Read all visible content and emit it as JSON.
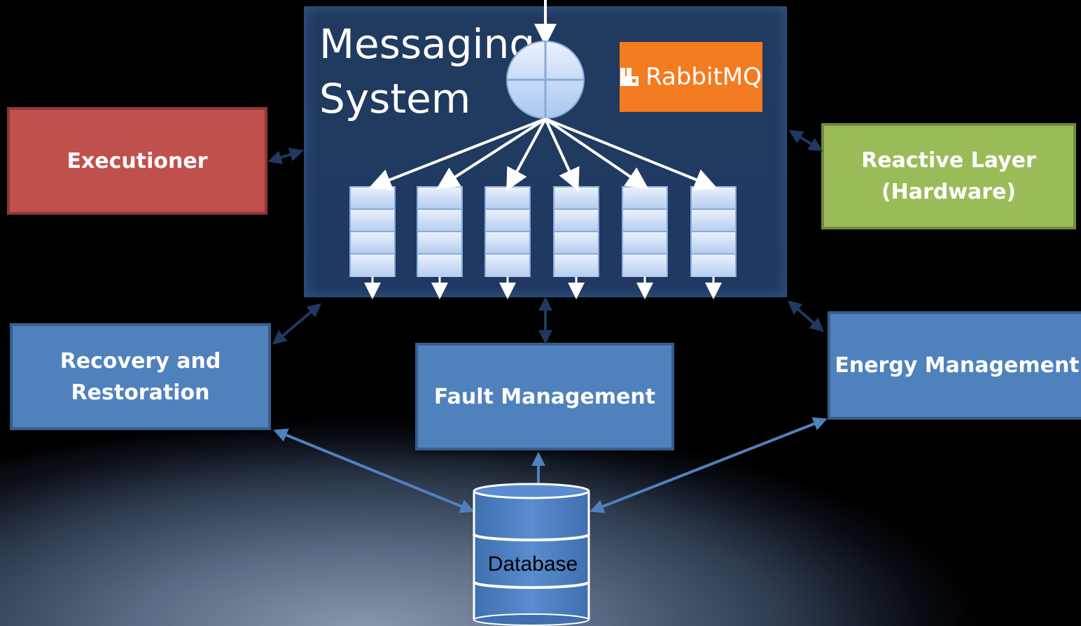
{
  "messaging": {
    "title_line1": "Messaging",
    "title_line2": "System",
    "broker_label": "RabbitMQ",
    "broker_icon": "rabbitmq-logo-icon",
    "queue_count": 6
  },
  "components": {
    "executioner": "Executioner",
    "reactive_line1": "Reactive Layer",
    "reactive_line2": "(Hardware)",
    "recovery_line1": "Recovery and",
    "recovery_line2": "Restoration",
    "fault": "Fault Management",
    "energy": "Energy Management",
    "database": "Database"
  },
  "colors": {
    "messaging_bg": "#1f3962",
    "component_blue": "#4f81bd",
    "executioner_red": "#c0504d",
    "reactive_green": "#9bbb59",
    "rabbitmq_orange": "#f47b20"
  }
}
